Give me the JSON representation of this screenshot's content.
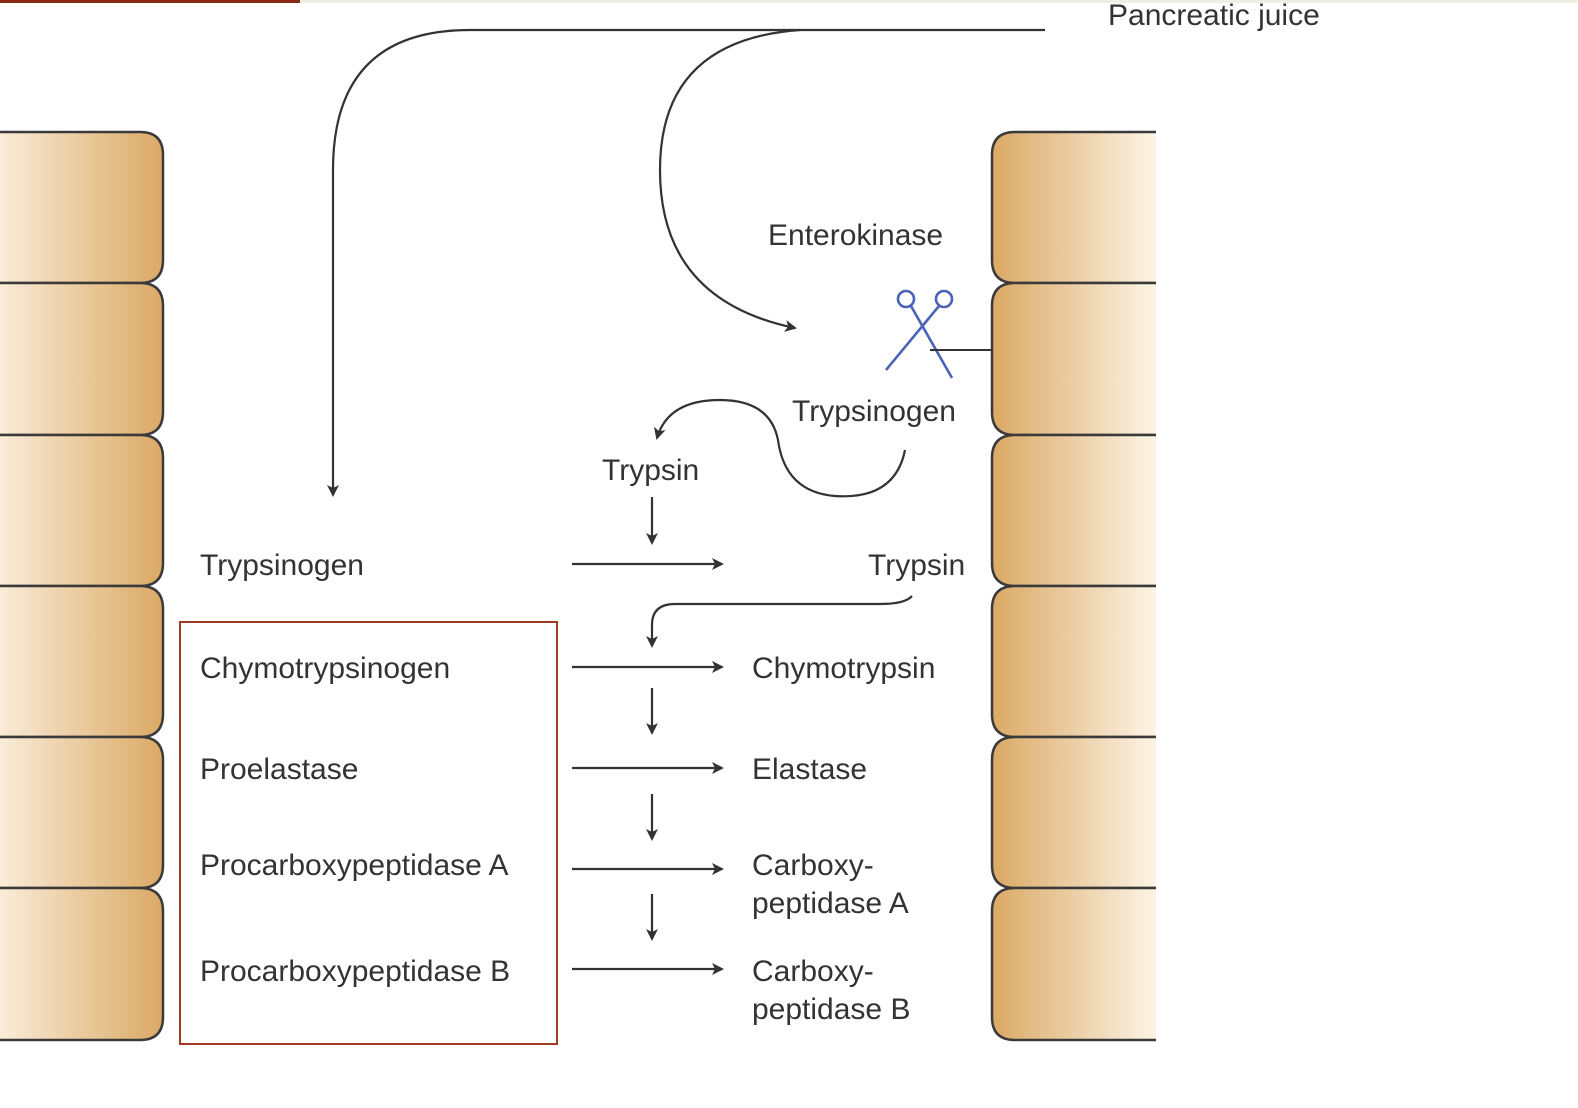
{
  "labels": {
    "pancreatic_juice": "Pancreatic juice",
    "enterokinase": "Enterokinase",
    "trypsinogen_mucosa": "Trypsinogen",
    "trypsin_small": "Trypsin",
    "trypsinogen": "Trypsinogen",
    "trypsin": "Trypsin",
    "chymotrypsinogen": "Chymotrypsinogen",
    "chymotrypsin": "Chymotrypsin",
    "proelastase": "Proelastase",
    "elastase": "Elastase",
    "procarboxypeptidase_a": "Procarboxypeptidase A",
    "carboxypeptidase_a": "Carboxy- peptidase A",
    "procarboxypeptidase_b": "Procarboxypeptidase B",
    "carboxypeptidase_b": "Carboxy- peptidase B"
  },
  "colors": {
    "cell_dark": "#dba965",
    "cell_light": "#fdf4e6",
    "cell_border": "#3a3a3a",
    "box_border": "#a33a22",
    "arrow": "#333333",
    "scissors": "#4a63b8"
  }
}
